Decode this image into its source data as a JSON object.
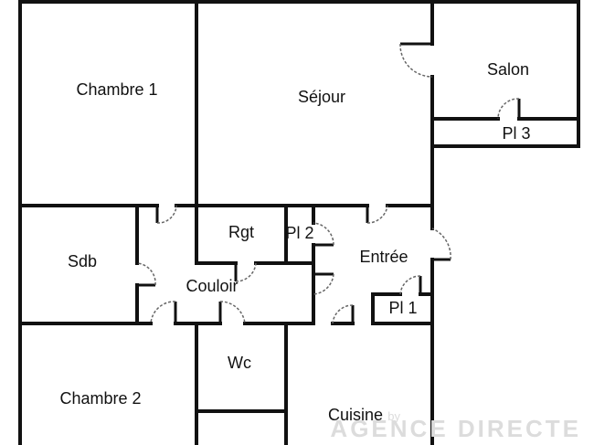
{
  "rooms": {
    "chambre1": "Chambre 1",
    "sejour": "Séjour",
    "salon": "Salon",
    "pl3": "Pl 3",
    "sdb": "Sdb",
    "rgt": "Rgt",
    "pl2": "Pl 2",
    "entree": "Entrée",
    "couloir": "Couloir",
    "pl1": "Pl 1",
    "wc": "Wc",
    "chambre2": "Chambre 2",
    "cuisine": "Cuisine"
  },
  "watermark": {
    "by": "by",
    "brand": "AGENCE DIRECTE"
  },
  "colors": {
    "wall": "#111111",
    "door_arc": "#666666",
    "background": "#ffffff"
  }
}
